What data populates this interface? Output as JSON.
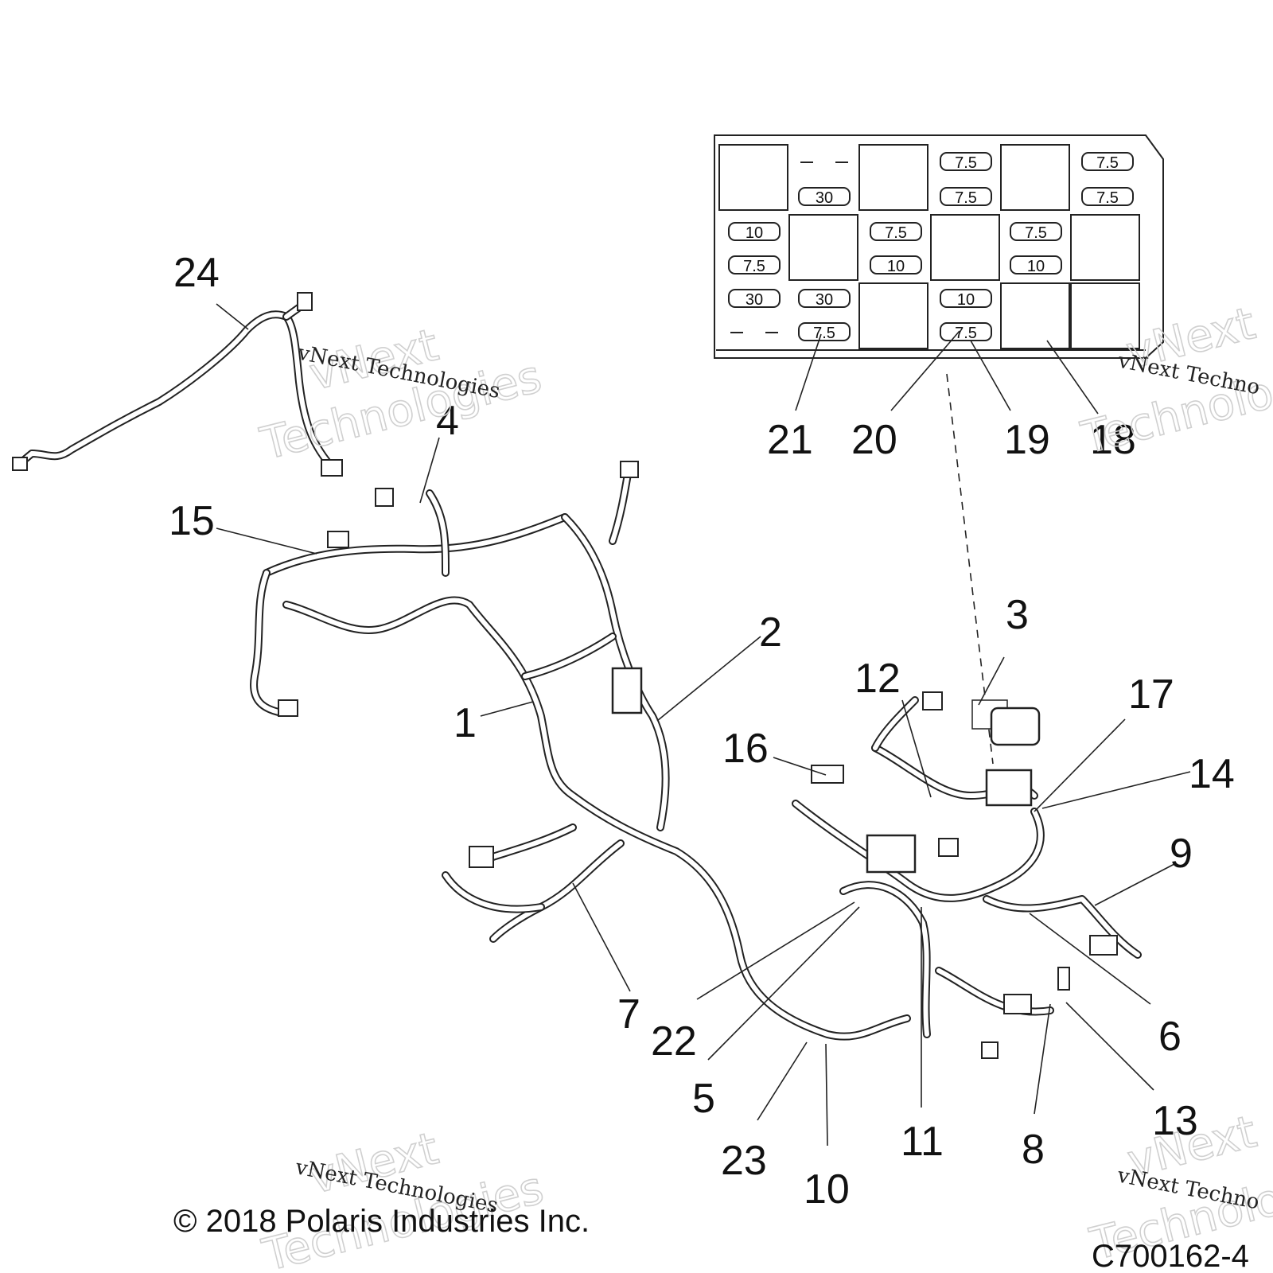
{
  "callouts": [
    {
      "label": "1"
    },
    {
      "label": "2"
    },
    {
      "label": "3"
    },
    {
      "label": "4"
    },
    {
      "label": "5"
    },
    {
      "label": "6"
    },
    {
      "label": "7"
    },
    {
      "label": "8"
    },
    {
      "label": "9"
    },
    {
      "label": "10"
    },
    {
      "label": "11"
    },
    {
      "label": "12"
    },
    {
      "label": "13"
    },
    {
      "label": "14"
    },
    {
      "label": "15"
    },
    {
      "label": "16"
    },
    {
      "label": "17"
    },
    {
      "label": "18"
    },
    {
      "label": "19"
    },
    {
      "label": "20"
    },
    {
      "label": "21"
    },
    {
      "label": "22"
    },
    {
      "label": "23"
    },
    {
      "label": "24"
    }
  ],
  "fuse_box": {
    "fuses": [
      "7.5",
      "7.5",
      "30",
      "7.5",
      "7.5",
      "10",
      "7.5",
      "7.5",
      "7.5",
      "10",
      "10",
      "30",
      "30",
      "10",
      "7.5",
      "7.5"
    ]
  },
  "watermarks": {
    "big_line1": "vNext",
    "big_line2": "Technologies",
    "small": "vNext Technologies",
    "small_cut": "vNext Techno"
  },
  "footer": {
    "copyright": "© 2018 Polaris Industries Inc.",
    "code": "C700162-4"
  }
}
